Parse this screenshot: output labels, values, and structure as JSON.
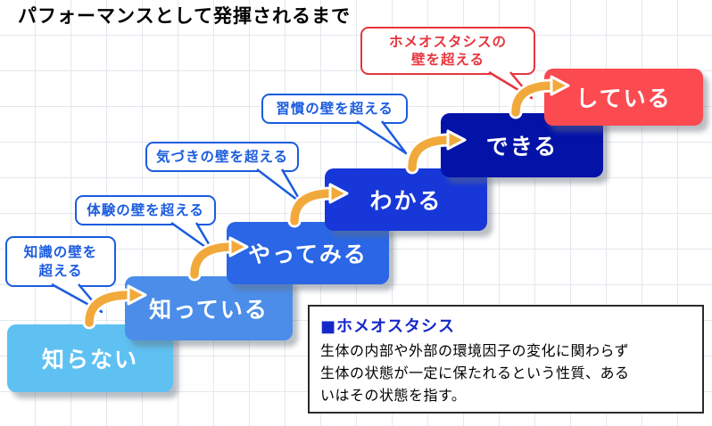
{
  "title": "パフォーマンスとして発揮されるまで",
  "steps": [
    {
      "label": "知らない",
      "color": "#5ec1f2"
    },
    {
      "label": "知っている",
      "color": "#4b8de9"
    },
    {
      "label": "やってみる",
      "color": "#2a66e5"
    },
    {
      "label": "わかる",
      "color": "#1737d9"
    },
    {
      "label": "できる",
      "color": "#0313a8"
    },
    {
      "label": "している",
      "color": "#fb4a50"
    }
  ],
  "callouts": [
    {
      "label": "知識の壁を\n超える",
      "color": "#1b5ce0"
    },
    {
      "label": "体験の壁を超える",
      "color": "#1b5ce0"
    },
    {
      "label": "気づきの壁を超える",
      "color": "#1b5ce0"
    },
    {
      "label": "習慣の壁を超える",
      "color": "#1b5ce0"
    },
    {
      "label": "ホメオスタシスの\n壁を超える",
      "color": "#e6363e"
    }
  ],
  "info_box": {
    "title": "■ホメオスタシス",
    "body": "生体の内部や外部の環境因子の変化に関わらず\n生体の状態が一定に保たれるという性質、ある\nいはその状態を指す。"
  },
  "colors": {
    "arrow": "#f2a93b",
    "callout_blue": "#1b5ce0",
    "callout_red": "#e6363e",
    "info_title": "#1629c8"
  }
}
